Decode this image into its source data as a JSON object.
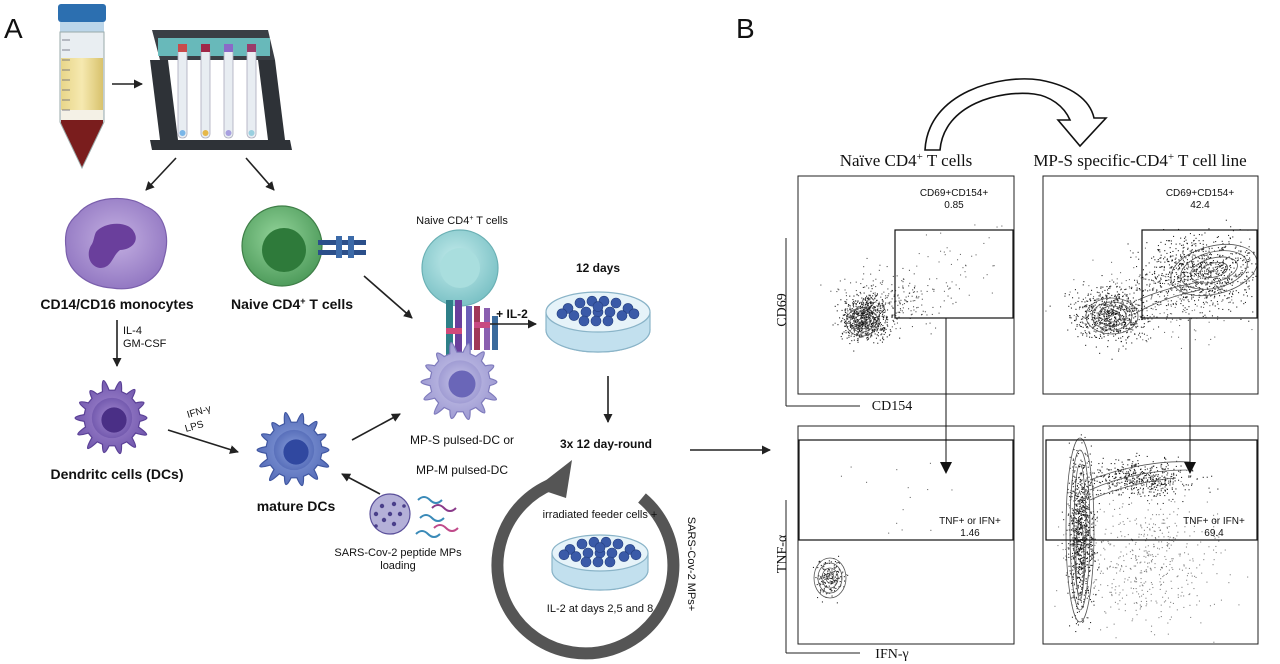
{
  "panel_a": {
    "letter": "A",
    "monocytes": "CD14/CD16 monocytes",
    "naive_top": "Naive CD4",
    "naive_top_sup": "+",
    "naive_top_suffix": " T cells",
    "naive_mid": "Naive CD4",
    "naive_mid_sup": "+",
    "naive_mid_suffix": " T cells",
    "il4": "IL-4",
    "gmcsf": "GM-CSF",
    "dcs": "Dendritc cells (DCs)",
    "ifn": "IFN-γ",
    "lps": "LPS",
    "mature": "mature DCs",
    "sars_line1": "SARS-Cov-2 peptide MPs",
    "sars_line2": "loading",
    "mps_line1": "MP-S pulsed-DC or",
    "mps_line2": "MP-M pulsed-DC",
    "il2": "+ IL-2",
    "twelve": "12 days",
    "rounds": "3x 12 day-round",
    "feeder": "irradiated feeder cells +",
    "il2days": "IL-2 at days 2,5 and 8",
    "curve_text": "SARS-Cov-2 MPs+"
  },
  "panel_b": {
    "letter": "B",
    "naive_title": "Naïve CD4",
    "naive_sup": "+",
    "naive_suffix": " T cells",
    "mps_title": "MP-S specific-CD4",
    "mps_sup": "+",
    "mps_suffix": " T cell line",
    "cd69": "CD69",
    "cd154": "CD154",
    "tnf": "TNF-α",
    "ifng": "IFN-γ",
    "gate_top": "CD69+CD154+",
    "val_naive_top": "0.85",
    "val_mps_top": "42.4",
    "gate_bottom": "TNF+ or IFN+",
    "val_naive_bottom": "1.46",
    "val_mps_bottom": "69.4"
  },
  "colors": {
    "monocyte": "#9a7bc4",
    "tcell": "#6fb77a",
    "dc": "#7e67b8",
    "mature_dc": "#6a7fc8",
    "naive_top_cell": "#8fd0d0",
    "pulsed_dc": "#a9a6d8",
    "dish": "#b8dcea",
    "dish_cells": "#3a5aa8",
    "arrow": "#222222",
    "curve": "#555555"
  }
}
